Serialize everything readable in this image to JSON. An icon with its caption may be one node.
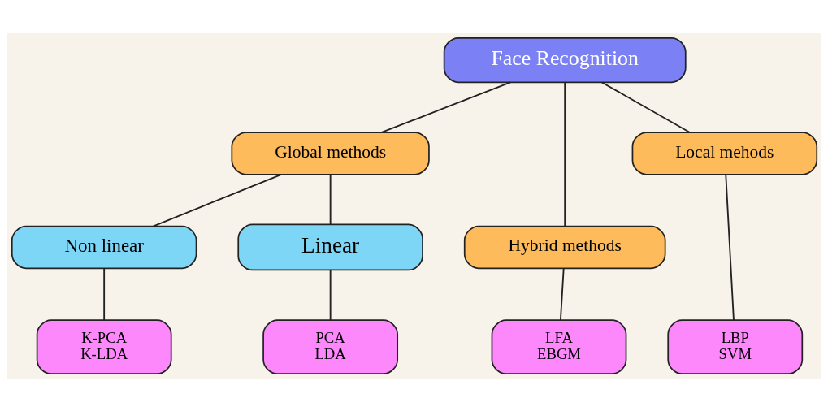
{
  "diagram": {
    "nodes": [
      {
        "text": [
          "Face Recognition"
        ]
      },
      {
        "text": [
          "Global methods"
        ]
      },
      {
        "text": [
          "Hybrid methods"
        ]
      },
      {
        "text": [
          "Local mehods"
        ]
      },
      {
        "text": [
          "Non linear"
        ]
      },
      {
        "text": [
          "Linear"
        ]
      },
      {
        "text": [
          "K-PCA",
          "K-LDA"
        ]
      },
      {
        "text": [
          "PCA",
          "LDA"
        ]
      },
      {
        "text": [
          "LFA",
          "EBGM"
        ]
      },
      {
        "text": [
          "LBP",
          "SVM"
        ]
      }
    ],
    "edges": [
      {
        "from": 0,
        "to": 1,
        "arrow": "none"
      },
      {
        "from": 0,
        "to": 2,
        "arrow": "none"
      },
      {
        "from": 0,
        "to": 3,
        "arrow": "none"
      },
      {
        "from": 1,
        "to": 4,
        "arrow": "none"
      },
      {
        "from": 1,
        "to": 5,
        "arrow": "none"
      },
      {
        "from": 4,
        "to": 6,
        "arrow": "none"
      },
      {
        "from": 5,
        "to": 7,
        "arrow": "none"
      },
      {
        "from": 2,
        "to": 8,
        "arrow": "none"
      },
      {
        "from": 3,
        "to": 9,
        "arrow": "none"
      }
    ]
  }
}
